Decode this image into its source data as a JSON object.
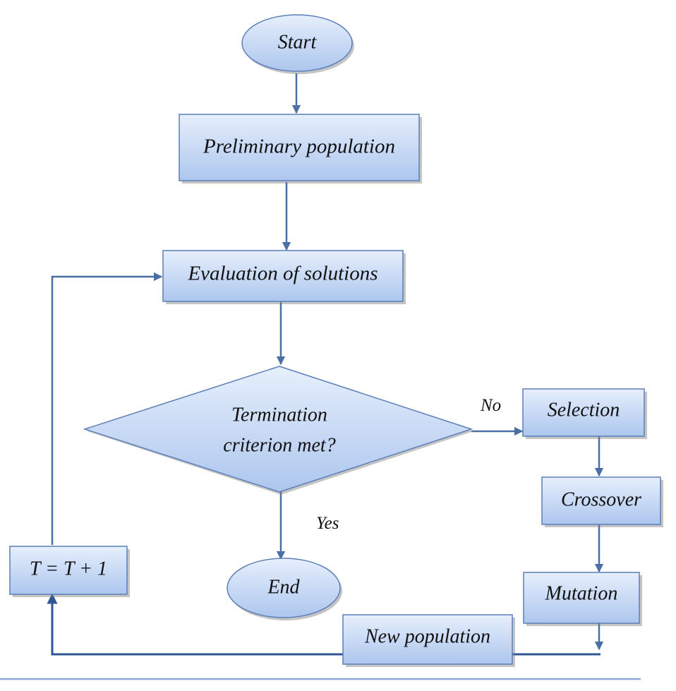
{
  "nodes": {
    "start": "Start",
    "preliminary_population": "Preliminary population",
    "evaluation": "Evaluation of solutions",
    "termination_line1": "Termination",
    "termination_line2": "criterion met?",
    "end": "End",
    "selection": "Selection",
    "crossover": "Crossover",
    "mutation": "Mutation",
    "new_population": "New population",
    "counter": "T = T + 1"
  },
  "edge_labels": {
    "no": "No",
    "yes": "Yes"
  },
  "colors": {
    "node_fill_top": "#e6effc",
    "node_fill_bottom": "#adc6ee",
    "node_stroke": "#5b7fb8",
    "arrow": "#4a6fa5",
    "shadow": "#7f7f7f"
  }
}
